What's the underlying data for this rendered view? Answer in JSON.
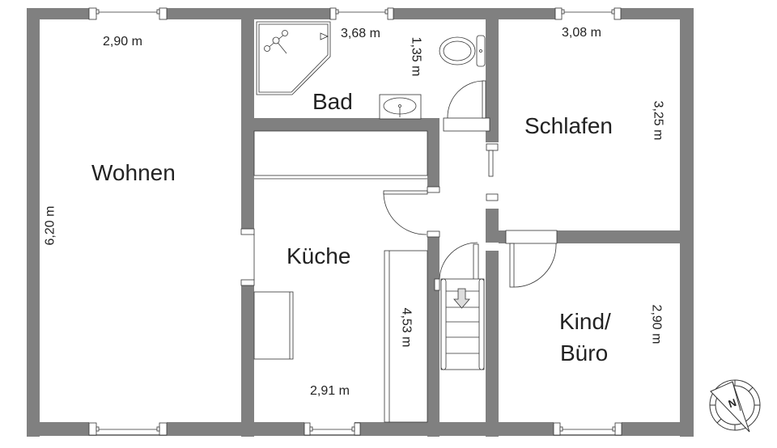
{
  "plan": {
    "wall_color": "#808080",
    "floor_color": "#ffffff",
    "line_color": "#333333",
    "rooms": [
      {
        "id": "wohnen",
        "label": "Wohnen"
      },
      {
        "id": "bad",
        "label": "Bad"
      },
      {
        "id": "schlafen",
        "label": "Schlafen"
      },
      {
        "id": "kueche",
        "label": "Küche"
      },
      {
        "id": "kind",
        "label": "Kind/",
        "label2": "Büro"
      }
    ],
    "dimensions": {
      "wohnen_width": "2,90 m",
      "wohnen_height": "6,20 m",
      "bad_width": "3,68 m",
      "bad_height": "1,35 m",
      "schlafen_width": "3,08 m",
      "schlafen_height": "3,25 m",
      "kueche_width": "2,91 m",
      "kueche_height": "4,53 m",
      "kind_height": "2,90 m"
    },
    "compass": {
      "label": "N"
    }
  }
}
